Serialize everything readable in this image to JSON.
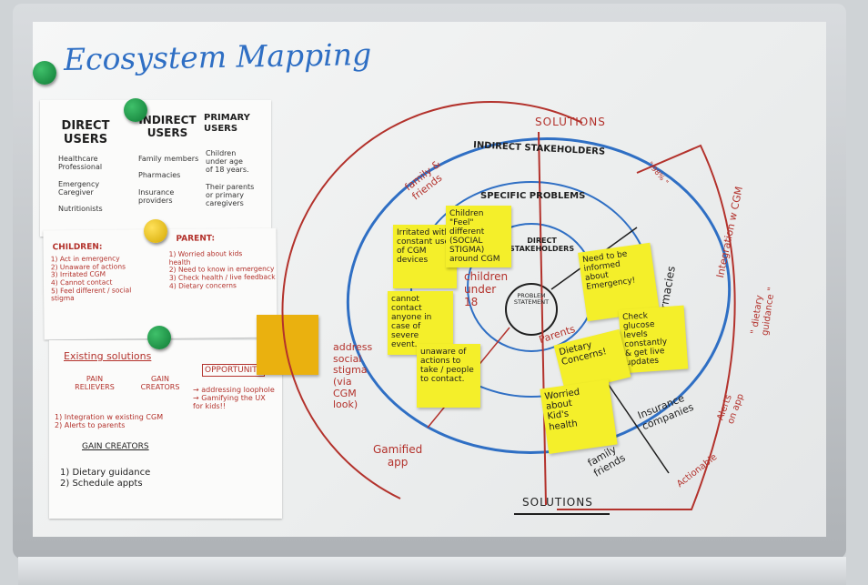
{
  "title": "Ecosystem Mapping",
  "users_table": {
    "direct_header": "DIRECT\nUSERS",
    "indirect_header": "INDIRECT\nUSERS",
    "primary_header": "PRIMARY\nUSERS",
    "direct_items": "Healthcare\nProfessional\n\nEmergency\nCaregiver\n\nNutritionists",
    "indirect_items": "Family members\n\nPharmacies\n\nInsurance\nproviders",
    "primary_items": "Children\nunder age\nof 18 years.\n\nTheir parents\nor primary\ncaregivers"
  },
  "children_sheet": {
    "children_heading": "CHILDREN:",
    "children_items": "1) Act in emergency\n2) Unaware of actions\n3) Irritated CGM\n4) Cannot contact\n5) Feel different / social\n     stigma",
    "parent_heading": "PARENT:",
    "parent_items": "1) Worried about kids\n     health\n2) Need to know in emergency\n3) Check health / live feedback\n4) Dietary concerns"
  },
  "solutions_sheet": {
    "heading": "Existing solutions",
    "pain_relievers": "PAIN\nRELIEVERS",
    "gain_creators_top": "GAIN\nCREATORS",
    "pain_items": "1) Integration w existing CGM\n2) Alerts to parents",
    "gain_creators": "GAIN CREATORS",
    "gain_items": "1) Dietary guidance\n2) Schedule appts",
    "opportunity": "OPPORTUNITY",
    "opportunity_items": "→ addressing loophole\n→ Gamifying the UX\n    for kids!!"
  },
  "diagram": {
    "solutions_top": "SOLUTIONS",
    "solutions_bottom": "SOLUTIONS",
    "indirect_stakeholders": "INDIRECT STAKEHOLDERS",
    "specific_problems": "SPECIFIC PROBLEMS",
    "direct_stakeholders": "DIRECT\nSTAKEHOLDERS",
    "problem_statement": "PROBLEM\nSTATEMENT",
    "family_friends_top": "family &\nfriends",
    "children_under_18": "children\nunder\n18",
    "parents": "Parents",
    "address_social_stigma": "address\nsocial\nstigma\n(via\nCGM\nlook)",
    "gamified_app": "Gamified\napp",
    "pharmacies": "Pharmacies",
    "insurance_companies": "Insurance\ncompanies",
    "family_friends_bottom": "family\nfriends",
    "integration_cgm": "Integration w CGM",
    "dietary_guidance": "\" dietary\nguidance \"",
    "alerts_on_app": "Alerts\non app",
    "actionable": "Actionable",
    "top_small": "\" 98% \""
  },
  "sticky_notes": [
    "Irritated with\nconstant use\nof CGM\ndevices",
    "Children \"Feel\"\ndifferent\n(SOCIAL\nSTIGMA)\naround CGM",
    "cannot contact\nanyone in\ncase of severe\nevent.",
    "unaware of\nactions to\ntake / people\nto contact.",
    "Need to be\ninformed\nabout\nEmergency!",
    "Check glucose\nlevels constantly\n& get live\nupdates",
    "Dietary\nConcerns!",
    "Worried\nabout\nKid's\nhealth"
  ],
  "colors": {
    "marker_blue": "#2f6fc4",
    "marker_red": "#b3322c",
    "marker_black": "#1f1f1f",
    "sticky_yellow": "#f4ef2a",
    "magnet_green": "#13913f"
  }
}
